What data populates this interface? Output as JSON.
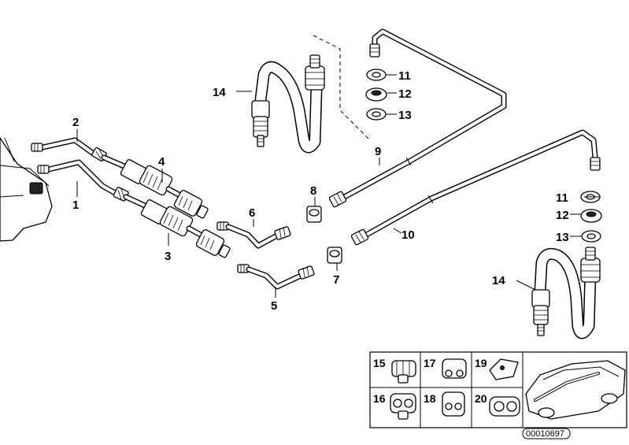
{
  "callouts": {
    "c1": "1",
    "c2": "2",
    "c3": "3",
    "c4": "4",
    "c5": "5",
    "c6": "6",
    "c7": "7",
    "c8": "8",
    "c9": "9",
    "c10": "10",
    "c11a": "11",
    "c12a": "12",
    "c13a": "13",
    "c14a": "14",
    "c11b": "11",
    "c12b": "12",
    "c13b": "13",
    "c14b": "14"
  },
  "inset": {
    "items": [
      "15",
      "17",
      "19",
      "16",
      "18",
      "20"
    ]
  },
  "document_number": "00010697"
}
